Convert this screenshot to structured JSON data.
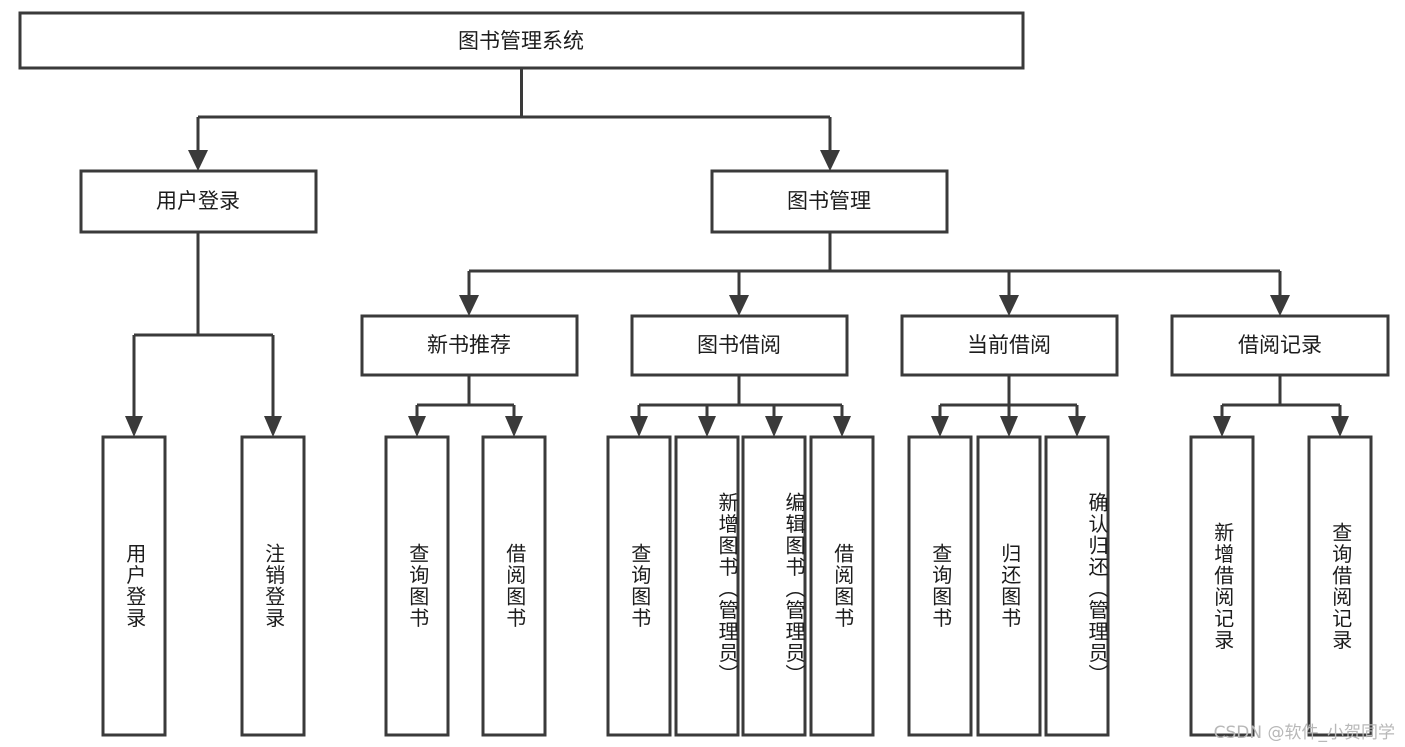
{
  "diagram": {
    "title": "图书管理系统",
    "type": "tree",
    "orientation": "top-down",
    "colors": {
      "background": "#ffffff",
      "box_stroke": "#3a3a3a",
      "box_fill": "#ffffff",
      "text": "#1c1c1c",
      "connector": "#3a3a3a",
      "watermark": "#b8b8b8"
    },
    "root": {
      "id": "root",
      "label": "图书管理系统",
      "orientation": "horizontal"
    },
    "level2": [
      {
        "id": "user-login",
        "label": "用户登录",
        "orientation": "horizontal"
      },
      {
        "id": "book-manage",
        "label": "图书管理",
        "orientation": "horizontal"
      }
    ],
    "level3": [
      {
        "id": "new-book-recommend",
        "label": "新书推荐",
        "parent": "book-manage",
        "orientation": "horizontal"
      },
      {
        "id": "book-borrow",
        "label": "图书借阅",
        "parent": "book-manage",
        "orientation": "horizontal"
      },
      {
        "id": "current-borrow",
        "label": "当前借阅",
        "parent": "book-manage",
        "orientation": "horizontal"
      },
      {
        "id": "borrow-record",
        "label": "借阅记录",
        "parent": "book-manage",
        "orientation": "horizontal"
      }
    ],
    "leaves": [
      {
        "id": "leaf-user-login",
        "label": "用户登录",
        "parent": "user-login",
        "orientation": "vertical"
      },
      {
        "id": "leaf-user-logout",
        "label": "注销登录",
        "parent": "user-login",
        "orientation": "vertical"
      },
      {
        "id": "leaf-query-book-1",
        "label": "查询图书",
        "parent": "new-book-recommend",
        "orientation": "vertical"
      },
      {
        "id": "leaf-borrow-book-1",
        "label": "借阅图书",
        "parent": "new-book-recommend",
        "orientation": "vertical"
      },
      {
        "id": "leaf-query-book-2",
        "label": "查询图书",
        "parent": "book-borrow",
        "orientation": "vertical"
      },
      {
        "id": "leaf-add-book",
        "label": "新增图书（管理员）",
        "parent": "book-borrow",
        "orientation": "vertical"
      },
      {
        "id": "leaf-edit-book",
        "label": "编辑图书（管理员）",
        "parent": "book-borrow",
        "orientation": "vertical"
      },
      {
        "id": "leaf-borrow-book-2",
        "label": "借阅图书",
        "parent": "book-borrow",
        "orientation": "vertical"
      },
      {
        "id": "leaf-query-book-3",
        "label": "查询图书",
        "parent": "current-borrow",
        "orientation": "vertical"
      },
      {
        "id": "leaf-return-book",
        "label": "归还图书",
        "parent": "current-borrow",
        "orientation": "vertical"
      },
      {
        "id": "leaf-confirm-return",
        "label": "确认归还（管理员）",
        "parent": "current-borrow",
        "orientation": "vertical"
      },
      {
        "id": "leaf-add-record",
        "label": "新增借阅记录",
        "parent": "borrow-record",
        "orientation": "vertical"
      },
      {
        "id": "leaf-query-record",
        "label": "查询借阅记录",
        "parent": "borrow-record",
        "orientation": "vertical"
      }
    ],
    "watermark": "CSDN @软件_小贺同学"
  }
}
